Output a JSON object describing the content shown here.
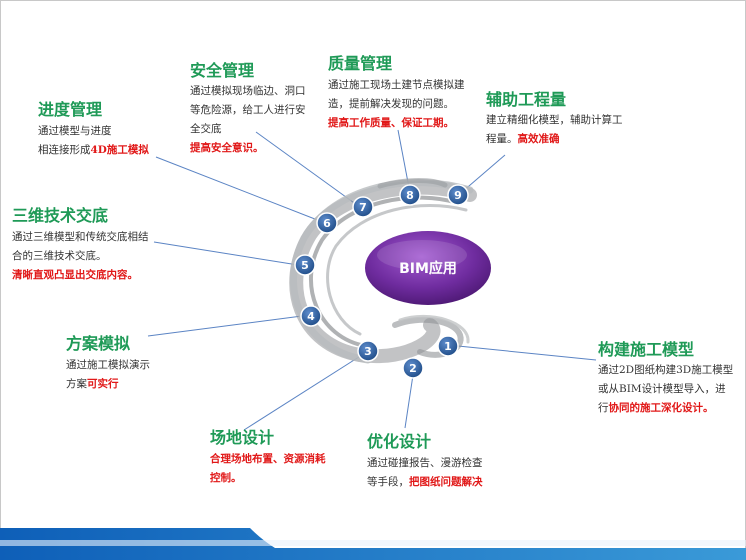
{
  "center_label": "BIM应用",
  "numbers": [
    "1",
    "2",
    "3",
    "4",
    "5",
    "6",
    "7",
    "8",
    "9"
  ],
  "items": {
    "progress": {
      "title": "进度管理",
      "line1": "通过模型与进度",
      "line2_plain": "相连接形成",
      "line2_em": "4D施工模拟"
    },
    "safety": {
      "title": "安全管理",
      "line1": "通过模拟现场临边、洞口",
      "line2": "等危险源，给工人进行安",
      "line3": "全交底",
      "em": "提高安全意识。"
    },
    "quality": {
      "title": "质量管理",
      "line1": "通过施工现场土建节点模拟建",
      "line2": "造，提前解决发现的问题。",
      "em": "提高工作质量、保证工期。"
    },
    "quantity": {
      "title": "辅助工程量",
      "line1": "建立精细化模型，辅助计算工",
      "line2_plain": "程量。",
      "line2_em": "高效准确"
    },
    "disclosure": {
      "title": "三维技术交底",
      "line1": "通过三维模型和传统交底相结",
      "line2": "合的三维技术交底。",
      "em": "清晰直观凸显出交底内容。"
    },
    "scheme": {
      "title": "方案模拟",
      "line1": "通过施工模拟演示",
      "line2_plain": "方案",
      "line2_em": "可实行"
    },
    "site": {
      "title": "场地设计",
      "em1": "合理场地布置、资源消耗",
      "em2": "控制。"
    },
    "optimize": {
      "title": "优化设计",
      "line1": "通过碰撞报告、漫游检查",
      "line2_plain": "等手段，",
      "line2_em": "把图纸问题解决"
    },
    "construct": {
      "title": "构建施工模型",
      "line1": "通过2D图纸构建3D施工模型",
      "line2": "或从BIM设计模型导入，进",
      "line3_plain": "行",
      "line3_em": "协同的施工深化设计。"
    }
  },
  "colors": {
    "title_green": "#1f9a57",
    "emphasis_red": "#e11818",
    "circle_blue": "#2f5f9e",
    "center_purple": "#6a2a9a",
    "connector_blue": "#5b84c4",
    "footer_blue": "#1a73c8"
  }
}
